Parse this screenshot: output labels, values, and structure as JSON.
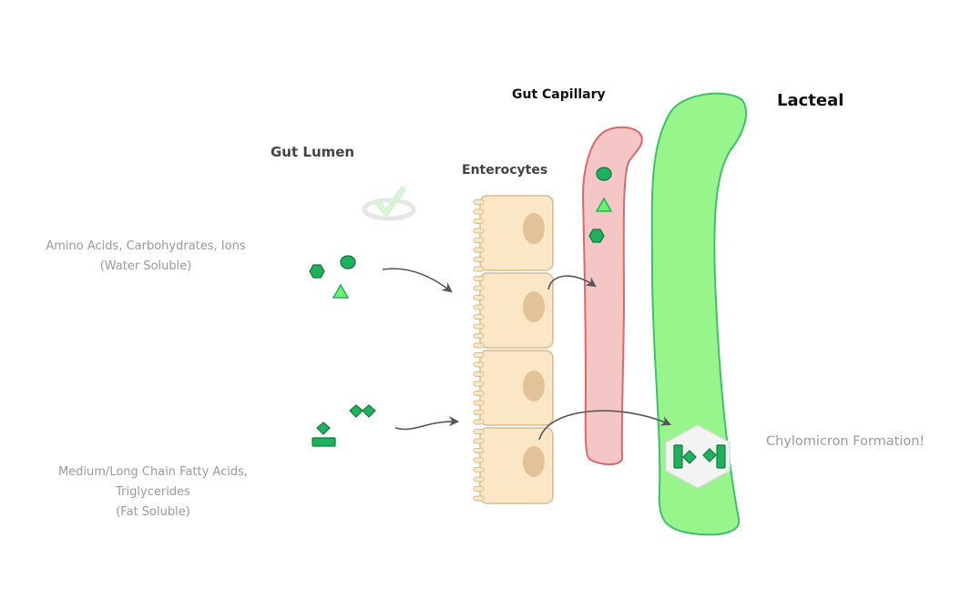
{
  "labels": {
    "gut_lumen": "Gut Lumen",
    "enterocytes": "Enterocytes",
    "gut_capillary": "Gut Capillary",
    "lacteal": "Lacteal",
    "water_soluble_line1": "Amino Acids, Carbohydrates, Ions",
    "water_soluble_line2": "(Water Soluble)",
    "fat_soluble_line1": "Medium/Long Chain Fatty Acids,",
    "fat_soluble_line2": "Triglycerides",
    "fat_soluble_line3": "(Fat Soluble)",
    "chylomicron": "Chylomicron Formation!"
  },
  "colors": {
    "enterocyte_fill": "#fbe6c6",
    "enterocyte_stroke": "#d8bc8e",
    "nucleus": "#e3c29a",
    "capillary_fill": "#f4c7c6",
    "capillary_stroke": "#d76a6a",
    "lacteal_fill": "#97f58c",
    "lacteal_stroke": "#3cc06a",
    "molecule_fill": "#20b15f",
    "molecule_stroke": "#127a3d",
    "triangle_fill": "#6ef06a",
    "arrow": "#555555"
  },
  "icons": {
    "molecule_hexagon": "hexagon-molecule-icon",
    "molecule_circle": "circle-molecule-icon",
    "molecule_triangle": "triangle-molecule-icon",
    "molecule_diamond": "diamond-molecule-icon",
    "molecule_bar": "bar-molecule-icon",
    "chylomicron": "chylomicron-hexagon-icon"
  }
}
